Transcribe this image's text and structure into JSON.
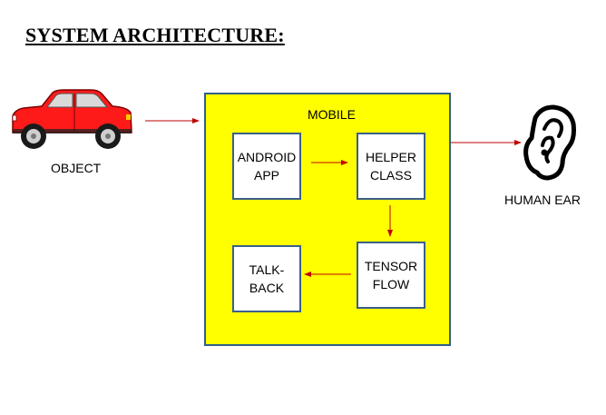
{
  "title": "SYSTEM ARCHITECTURE:",
  "object_label": "OBJECT",
  "human_ear_label": "HUMAN EAR",
  "mobile": {
    "label": "MOBILE",
    "nodes": {
      "android_app": [
        "ANDROID",
        "APP"
      ],
      "helper_class": [
        "HELPER",
        "CLASS"
      ],
      "tensor_flow": [
        "TENSOR",
        "FLOW"
      ],
      "talk_back": [
        "TALK-",
        "BACK"
      ]
    }
  },
  "colors": {
    "mobile_fill": "#ffff00",
    "box_border": "#3a5f88",
    "arrow": "#c00000",
    "car_body": "#ff1a1a"
  },
  "icons": {
    "object": "car-icon",
    "human_ear": "ear-icon"
  }
}
